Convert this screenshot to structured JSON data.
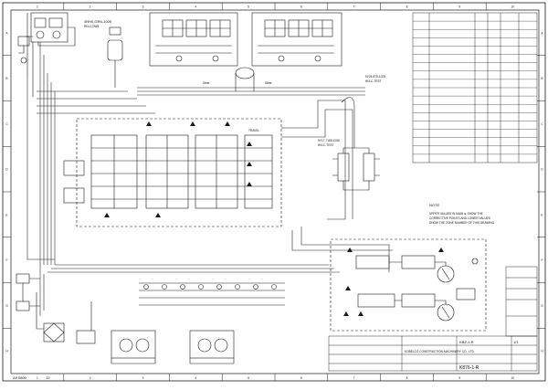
{
  "border": {
    "columns": [
      "1",
      "2",
      "3",
      "4",
      "5",
      "6",
      "7",
      "8",
      "9",
      "10"
    ],
    "rows": [
      "A",
      "B",
      "C",
      "D",
      "E",
      "F",
      "G",
      "H"
    ]
  },
  "callouts": {
    "top_left": "4RH0-GR6-1025",
    "top_left_sub": "RIN-J-DW5",
    "right_mid": "9Y25-875-1025",
    "right_mid_sub": "HI4-C-TEST",
    "right_lower": "9Y17-7185-1265",
    "right_lower_sub": "HI4-C-TEST",
    "travel_label": "TRAVEL",
    "steer_label_1": "Steer",
    "steer_label_2": "Steer"
  },
  "notes": {
    "heading": "NOTE",
    "line1": "UPPER VALUES IN MAIN ⊕ SHOW THE",
    "line2": "CORRECTIVE POINTS AND LOWER VALUES",
    "line3": "SHOW THE ZONE NUMBER OF THIS DRAWING."
  },
  "parts_table": {
    "rows": [
      [
        "",
        "",
        "",
        "",
        ""
      ],
      [
        "",
        "",
        "",
        "",
        ""
      ],
      [
        "",
        "",
        "",
        "",
        ""
      ],
      [
        "",
        "",
        "",
        "",
        ""
      ],
      [
        "",
        "",
        "",
        "",
        ""
      ],
      [
        "",
        "",
        "",
        "",
        ""
      ],
      [
        "",
        "",
        "",
        "",
        ""
      ],
      [
        "",
        "",
        "",
        "",
        ""
      ],
      [
        "",
        "",
        "",
        "",
        ""
      ],
      [
        "",
        "",
        "",
        "",
        ""
      ],
      [
        "",
        "",
        "",
        "",
        ""
      ],
      [
        "",
        "",
        "",
        "",
        ""
      ],
      [
        "",
        "",
        "",
        "",
        ""
      ],
      [
        "",
        "",
        "",
        "",
        ""
      ],
      [
        "",
        "",
        "",
        "",
        ""
      ],
      [
        "",
        "",
        "",
        "",
        ""
      ],
      [
        "",
        "",
        "",
        "",
        ""
      ],
      [
        "",
        "",
        "",
        "",
        ""
      ]
    ]
  },
  "title_block": {
    "title": "KBZ-1-R",
    "company": "KOBELCO CONSTRUCTION MACHINERY CO., LTD.",
    "drawing_no": "K876-1-R",
    "sheet_label": "1/1"
  },
  "footer": {
    "left_text": "A9 0800 ",
    "left_code": "12"
  },
  "colors": {
    "line": "#1a1a1a",
    "paper": "#ffffff"
  }
}
